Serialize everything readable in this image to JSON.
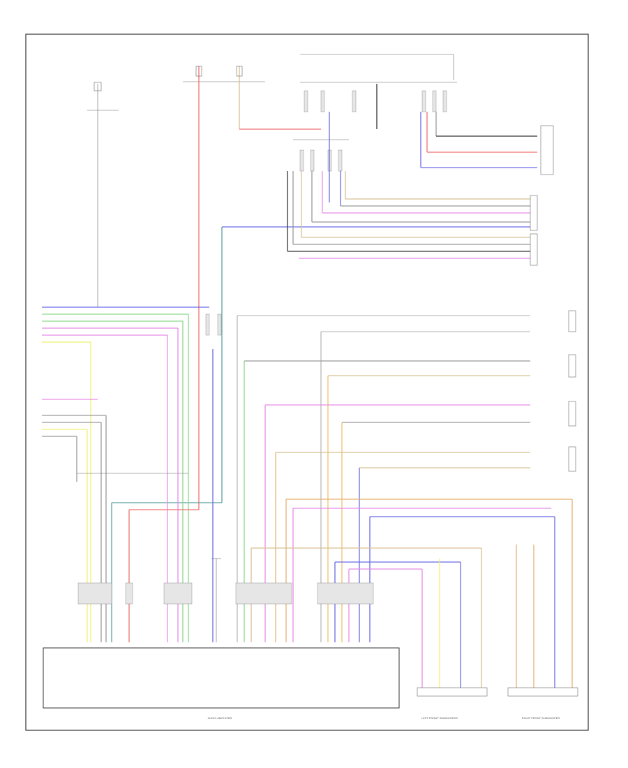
{
  "colors": {
    "red": "#f07070",
    "blue": "#6a6ae8",
    "yellow": "#f0f070",
    "green": "#8cd98c",
    "pink": "#e88ce8",
    "magenta": "#d070e0",
    "orange": "#e8b070",
    "tan": "#d8c090",
    "gray": "#999999",
    "black": "#333333",
    "teal": "#5aa0a0",
    "lightblue": "#7aa0e8"
  },
  "labels": {
    "main_module": "AUDIO AMPLIFIER",
    "left_front_subwoofer": "LEFT FRONT SUBWOOFER",
    "right_front_subwoofer": "RIGHT FRONT SUBWOOFER"
  }
}
